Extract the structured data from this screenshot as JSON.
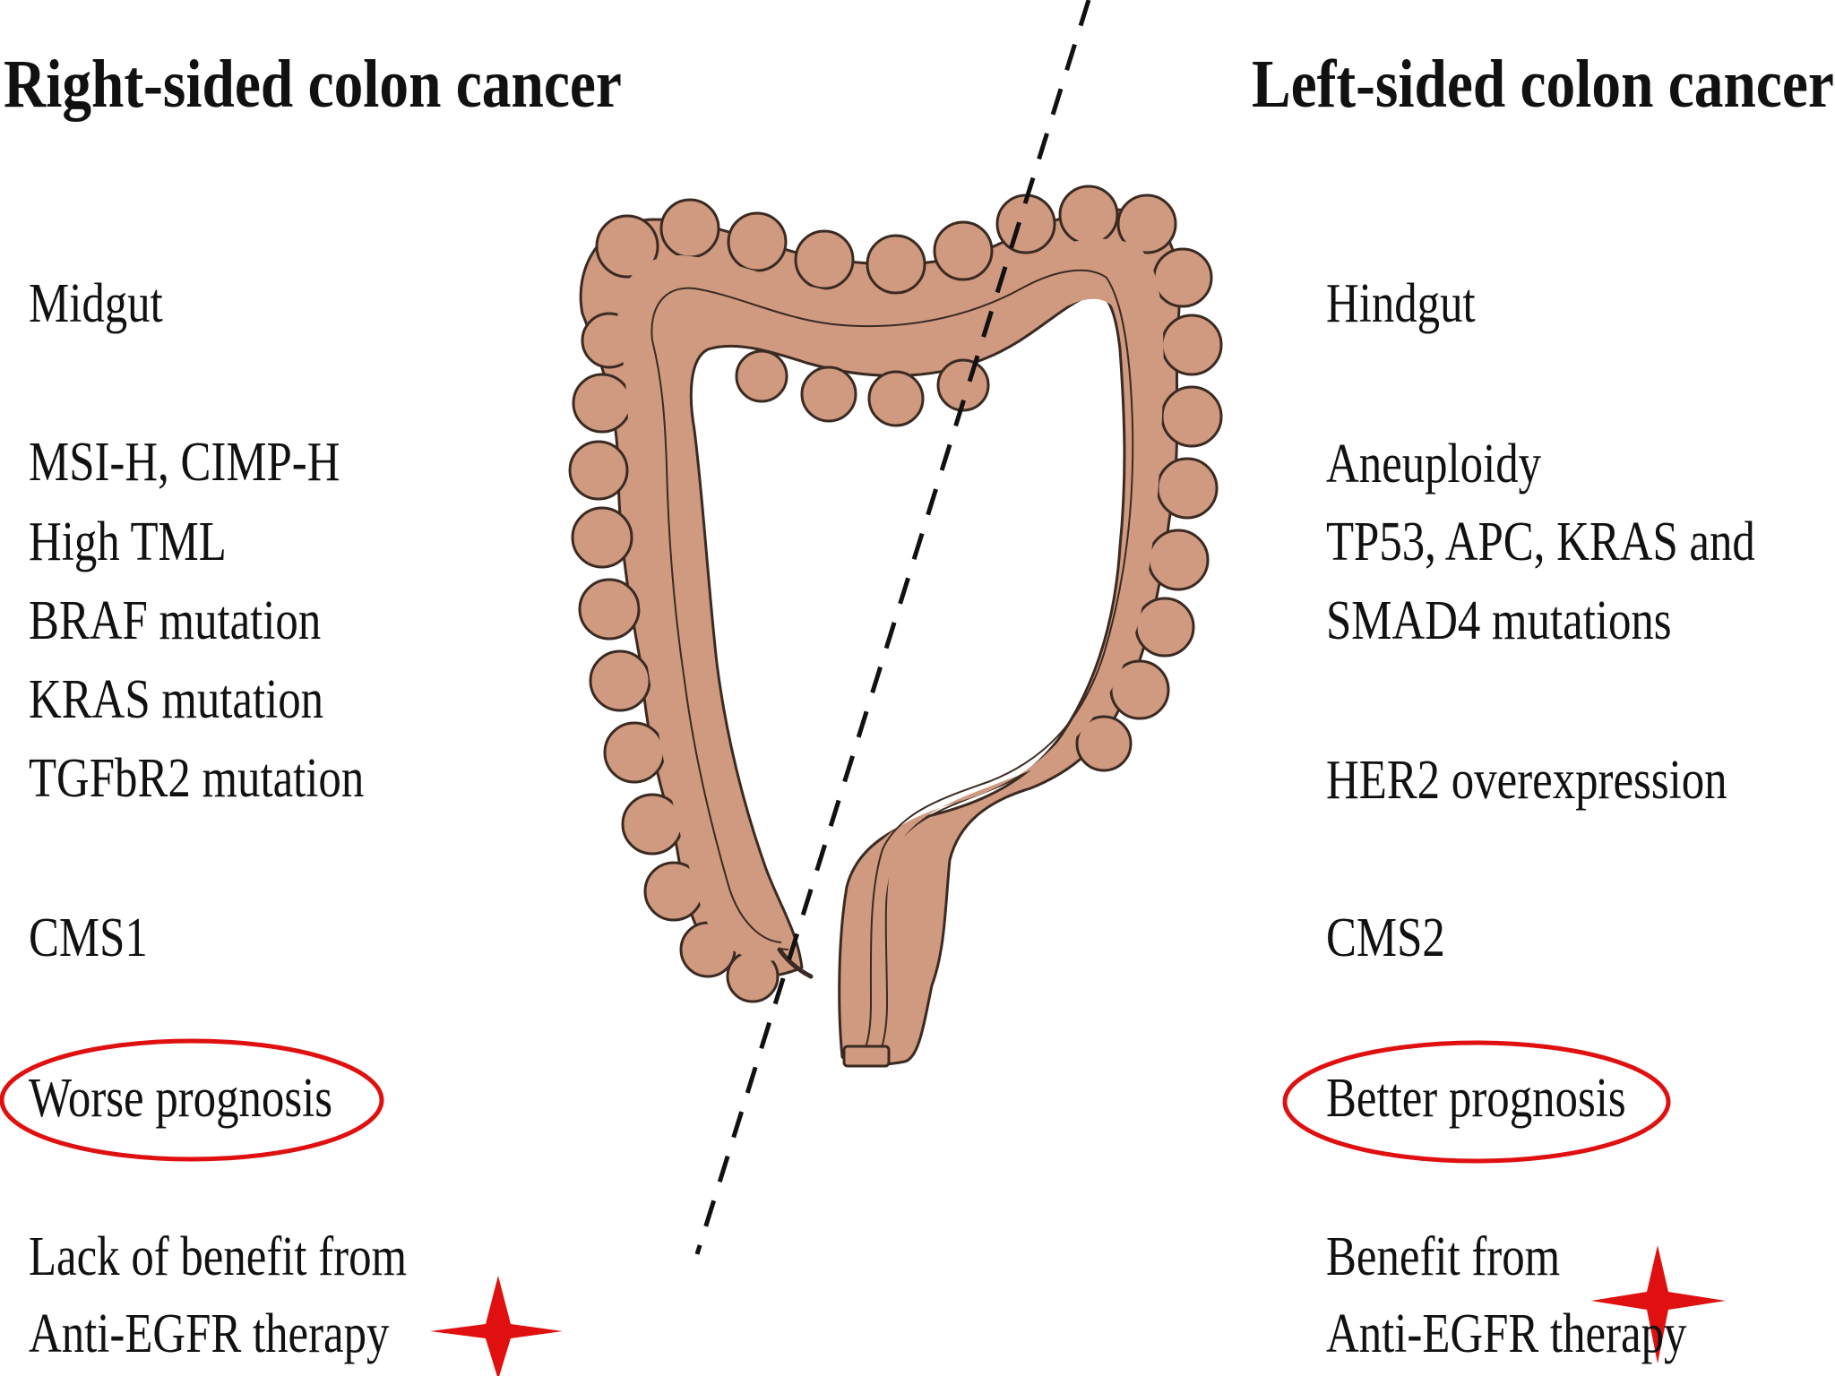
{
  "right_side": {
    "title": "Right-sided colon cancer",
    "origin": "Midgut",
    "features": [
      "MSI-H, CIMP-H",
      "High TML",
      "BRAF mutation",
      "KRAS mutation",
      "TGFbR2 mutation"
    ],
    "cms": "CMS1",
    "prognosis": "Worse prognosis",
    "therapy": [
      "Lack of benefit from",
      "Anti-EGFR therapy"
    ]
  },
  "left_side": {
    "title": "Left-sided colon cancer",
    "origin": "Hindgut",
    "features": [
      "Aneuploidy",
      "TP53, APC, KRAS and",
      "SMAD4 mutations"
    ],
    "her2": "HER2 overexpression",
    "cms": "CMS2",
    "prognosis": "Better prognosis",
    "therapy": [
      "Benefit from",
      "Anti-EGFR therapy"
    ]
  },
  "colors": {
    "colon_fill": "#cf9a80",
    "colon_outline": "#3a2a22",
    "highlight": "#e01010",
    "text": "#111111"
  },
  "icons": {
    "colon": "large-intestine-illustration",
    "highlight_marks": "red-star-icon"
  }
}
